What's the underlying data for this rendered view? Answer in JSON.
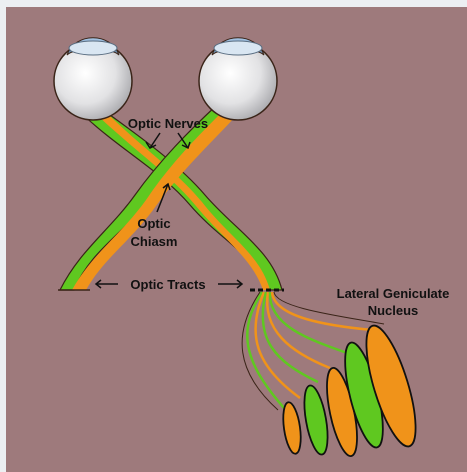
{
  "labels": {
    "optic_nerves": "Optic Nerves",
    "optic_chiasm_line1": "Optic",
    "optic_chiasm_line2": "Chiasm",
    "optic_tracts": "Optic Tracts",
    "lgn_line1": "Lateral Geniculate",
    "lgn_line2": "Nucleus"
  },
  "colors": {
    "background": "#9e7a7c",
    "green": "#5fc820",
    "orange": "#f0931a",
    "outline": "#3a2418",
    "eye": "#e4e4e6"
  },
  "icons": {
    "left_eye": "eyeball-icon",
    "right_eye": "eyeball-icon"
  }
}
